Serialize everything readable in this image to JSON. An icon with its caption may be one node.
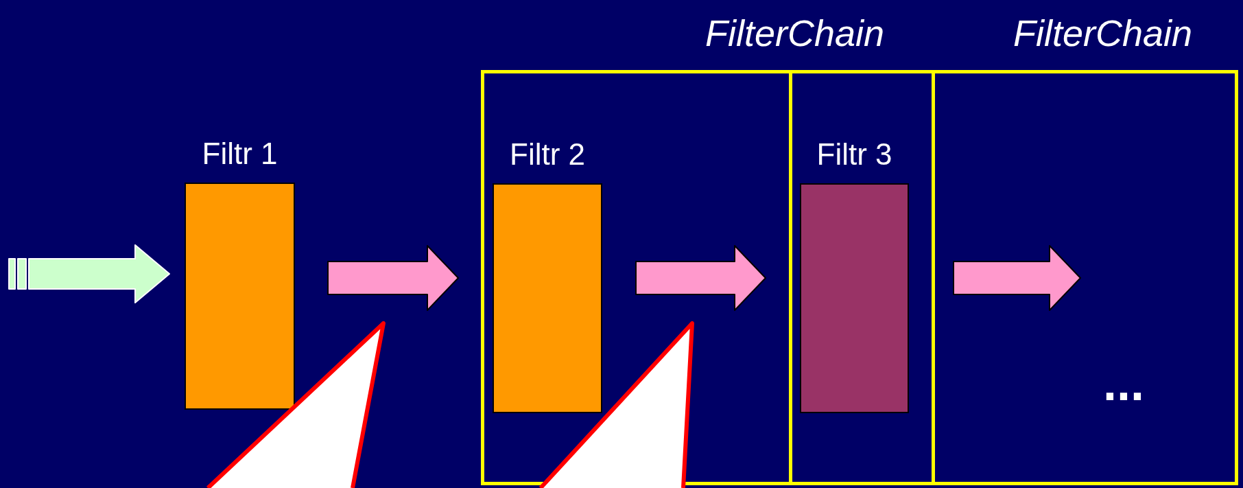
{
  "diagram": {
    "nodes": [
      {
        "text": [
          "Filtr 1"
        ]
      },
      {
        "text": [
          "FilterChain"
        ]
      },
      {
        "text": [
          "Filtr 2"
        ],
        "in": 1
      },
      {
        "text": [
          "FilterChain"
        ],
        "in": 1
      },
      {
        "text": [
          "Filtr 3"
        ],
        "in": 3
      },
      {
        "text": [],
        "shape": "box",
        "in": 3
      },
      {
        "text": [
          "..."
        ],
        "in": 5
      },
      {
        "text": [],
        "shape": "callout"
      },
      {
        "text": [],
        "shape": "callout",
        "in": 1
      }
    ],
    "edges": [
      {
        "from": null,
        "to": 0,
        "arrow": "to",
        "color": "#ccffcc"
      },
      {
        "from": 0,
        "to": 2,
        "arrow": "to"
      },
      {
        "from": 2,
        "to": 4,
        "arrow": "to"
      },
      {
        "from": 4,
        "to": 6,
        "arrow": "to"
      }
    ]
  }
}
